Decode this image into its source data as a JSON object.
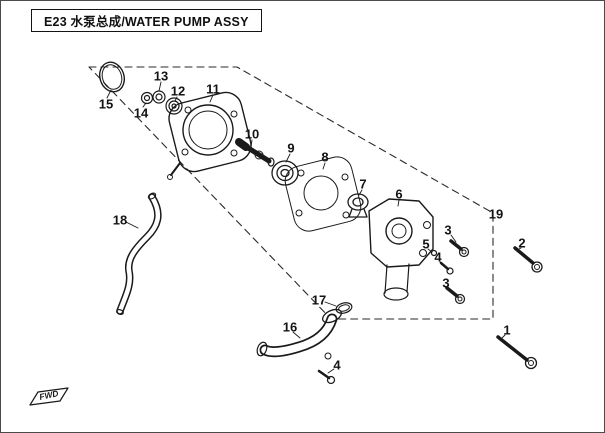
{
  "title": {
    "text": "E23 水泵总成/WATER PUMP ASSY"
  },
  "fwd_label": "FWD",
  "callouts": [
    {
      "label": "15"
    },
    {
      "label": "13"
    },
    {
      "label": "12"
    },
    {
      "label": "14"
    },
    {
      "label": "11"
    },
    {
      "label": "10"
    },
    {
      "label": "9"
    },
    {
      "label": "8"
    },
    {
      "label": "7"
    },
    {
      "label": "6"
    },
    {
      "label": "19"
    },
    {
      "label": "2"
    },
    {
      "label": "3"
    },
    {
      "label": "5"
    },
    {
      "label": "4"
    },
    {
      "label": "3"
    },
    {
      "label": "1"
    },
    {
      "label": "17"
    },
    {
      "label": "16"
    },
    {
      "label": "4"
    },
    {
      "label": "18"
    }
  ],
  "colors": {
    "line": "#1a1a1a",
    "background": "#ffffff"
  }
}
